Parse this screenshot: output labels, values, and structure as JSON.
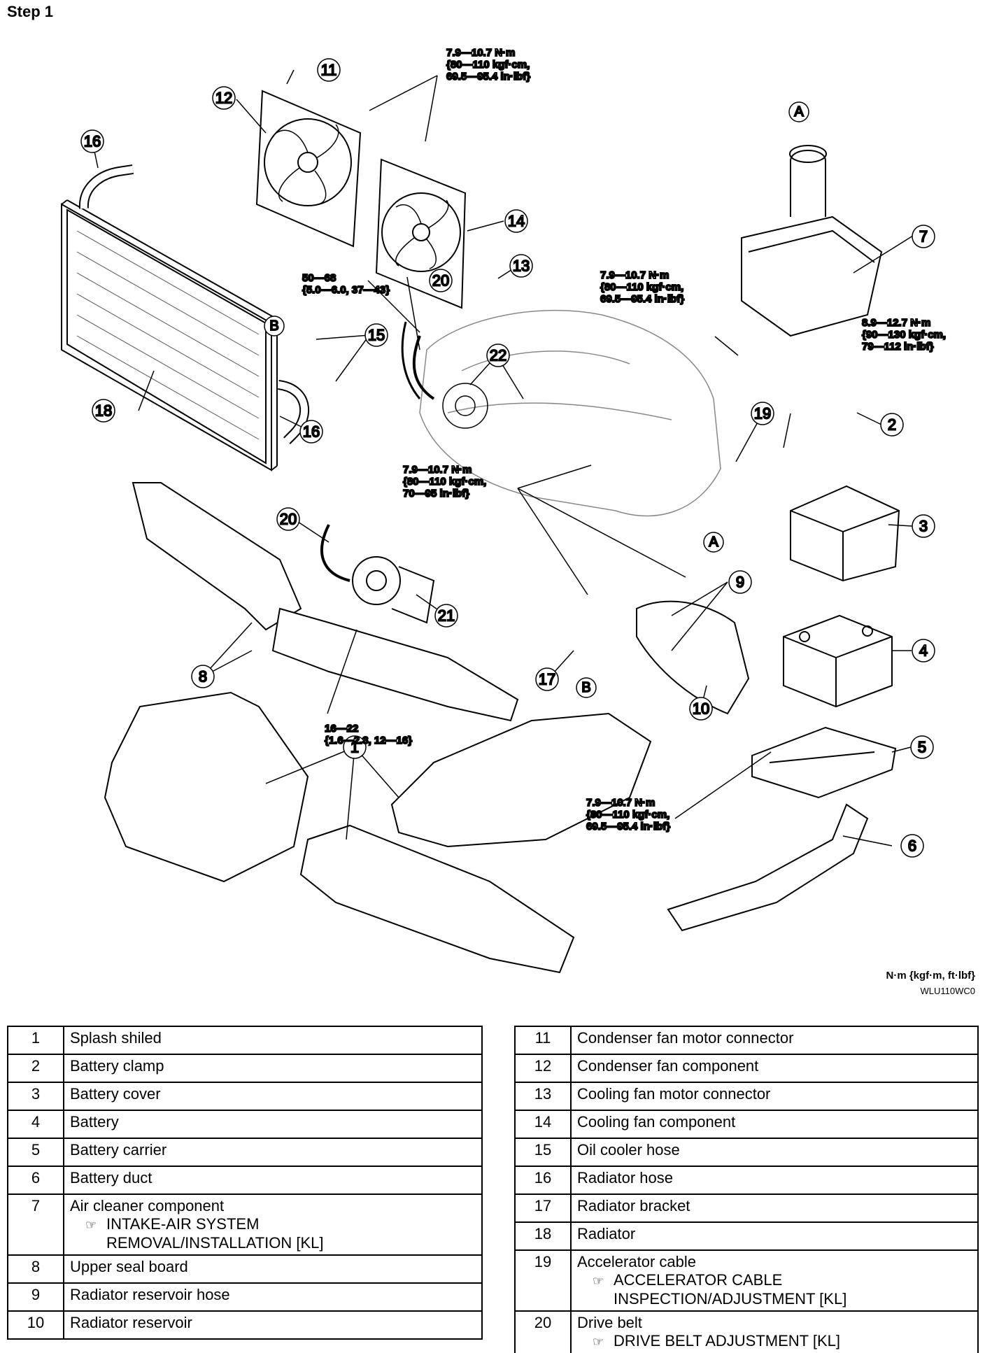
{
  "page": {
    "step_title": "Step 1"
  },
  "callouts": {
    "c1": "1",
    "c2": "2",
    "c3": "3",
    "c4": "4",
    "c5": "5",
    "c6": "6",
    "c7": "7",
    "c8": "8",
    "c9": "9",
    "c10": "10",
    "c11": "11",
    "c12": "12",
    "c13": "13",
    "c14": "14",
    "c15": "15",
    "c16a": "16",
    "c16b": "16",
    "c17": "17",
    "c18": "18",
    "c19": "19",
    "c20a": "20",
    "c20b": "20",
    "c21": "21",
    "c22": "22"
  },
  "refs": {
    "a1": "A",
    "a2": "A",
    "b1": "B",
    "b2": "B"
  },
  "torque_specs": {
    "t1": [
      "7.9—10.7 N·m",
      "{80—110 kgf·cm,",
      "69.5—95.4 in·lbf}"
    ],
    "t2": [
      "50—68",
      "{5.0—6.0, 37—43}"
    ],
    "t3": [
      "7.9—10.7 N·m",
      "{80—110 kgf·cm,",
      "69.5—95.4 in·lbf}"
    ],
    "t4": [
      "8.9—12.7 N·m",
      "{90—130 kgf·cm,",
      "79—112 in·lbf}"
    ],
    "t5": [
      "7.9—10.7 N·m",
      "{80—110 kgf·cm,",
      "70—95 in·lbf}"
    ],
    "t6": [
      "16—22",
      "{1.6—2.3, 12—16}"
    ],
    "t7": [
      "7.9—10.7 N·m",
      "{80—110 kgf·cm,",
      "69.5—95.4 in·lbf}"
    ]
  },
  "units_label": "N·m {kgf·m, ft·lbf}",
  "figure_code": "WLU110WC0",
  "ref_icon": "☞",
  "table_left": [
    {
      "num": "1",
      "name": "Splash shiled"
    },
    {
      "num": "2",
      "name": "Battery clamp"
    },
    {
      "num": "3",
      "name": "Battery cover"
    },
    {
      "num": "4",
      "name": "Battery"
    },
    {
      "num": "5",
      "name": "Battery carrier"
    },
    {
      "num": "6",
      "name": "Battery duct"
    },
    {
      "num": "7",
      "name": "Air cleaner component",
      "ref": [
        "INTAKE-AIR SYSTEM",
        "REMOVAL/INSTALLATION [KL]"
      ]
    },
    {
      "num": "8",
      "name": "Upper seal board"
    },
    {
      "num": "9",
      "name": "Radiator reservoir hose"
    },
    {
      "num": "10",
      "name": "Radiator reservoir"
    }
  ],
  "table_right": [
    {
      "num": "11",
      "name": "Condenser fan motor connector"
    },
    {
      "num": "12",
      "name": "Condenser fan component"
    },
    {
      "num": "13",
      "name": "Cooling fan motor connector"
    },
    {
      "num": "14",
      "name": "Cooling fan component"
    },
    {
      "num": "15",
      "name": "Oil cooler hose"
    },
    {
      "num": "16",
      "name": "Radiator hose"
    },
    {
      "num": "17",
      "name": "Radiator bracket"
    },
    {
      "num": "18",
      "name": "Radiator"
    },
    {
      "num": "19",
      "name": "Accelerator cable",
      "ref": [
        "ACCELERATOR CABLE",
        "INSPECTION/ADJUSTMENT [KL]"
      ]
    },
    {
      "num": "20",
      "name": "Drive belt",
      "ref": [
        "DRIVE BELT ADJUSTMENT [KL]"
      ]
    }
  ]
}
